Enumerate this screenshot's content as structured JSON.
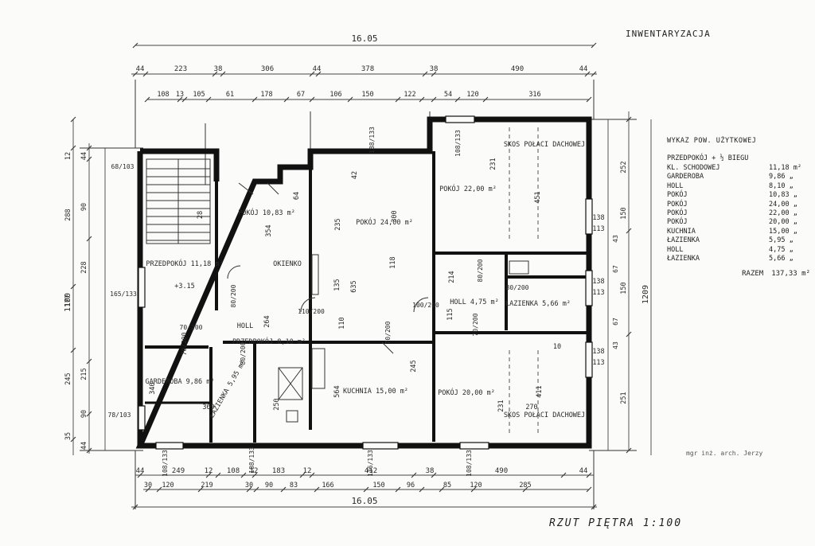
{
  "header": {
    "title": "INWENTARYZACJA"
  },
  "footer": {
    "title": "RZUT PIĘTRA 1:100"
  },
  "signature": {
    "text": "mgr inż. arch. Jerzy"
  },
  "dimensions": {
    "overall_top": "16.05",
    "overall_bottom": "16.05",
    "overall_left": "1100",
    "overall_right": "1209",
    "top_row1": [
      "44",
      "223",
      "38",
      "306",
      "44",
      "378",
      "38",
      "490",
      "44"
    ],
    "top_row2": [
      "108",
      "13",
      "105",
      "61",
      "178",
      "67",
      "106",
      "150",
      "122",
      "54",
      "120",
      "316"
    ],
    "bottom_row1": [
      "44",
      "249",
      "12",
      "108",
      "12",
      "183",
      "12",
      "412",
      "38",
      "490",
      "44"
    ],
    "bottom_row2": [
      "30",
      "120",
      "219",
      "30",
      "90",
      "83",
      "166",
      "150",
      "96",
      "85",
      "120",
      "285"
    ],
    "left_row1": [
      "44",
      "90",
      "228",
      "215",
      "90",
      "44"
    ],
    "left_outer": [
      "12",
      "288",
      "177",
      "245",
      "35"
    ],
    "right_row1": [
      "252",
      "150",
      "150",
      "251"
    ],
    "right_row2": [
      "138",
      "113",
      "138",
      "113",
      "138",
      "113"
    ],
    "right_inner": [
      "43",
      "67",
      "67",
      "43"
    ],
    "interior": [
      "64",
      "235",
      "635",
      "354",
      "264",
      "300",
      "118",
      "451",
      "231",
      "411",
      "270",
      "231",
      "340",
      "369",
      "564",
      "250",
      "245",
      "214",
      "115",
      "135",
      "110",
      "10",
      "42",
      "28"
    ]
  },
  "rooms": [
    {
      "label": "POKÓJ 10,83 m²"
    },
    {
      "label": "POKÓJ 24,00 m²"
    },
    {
      "label": "POKÓJ 22,00 m²"
    },
    {
      "label": "SKOS POŁACI DACHOWEJ"
    },
    {
      "label": "PRZEDPOKÓJ 11,18 m²"
    },
    {
      "label": "+3.15"
    },
    {
      "label": "OKIENKO"
    },
    {
      "label": "HOLL 4,75 m²"
    },
    {
      "label": "ŁAZIENKA 5,66 m²"
    },
    {
      "label": "HOLL"
    },
    {
      "label": "PRZEDPOKÓJ 8,10 m²"
    },
    {
      "label": "GARDEROBA 9,86 m²"
    },
    {
      "label": "ŁAZIENKA 5,95 m²"
    },
    {
      "label": "KUCHNIA 15,00 m²"
    },
    {
      "label": "POKÓJ 20,00 m²"
    },
    {
      "label": "SKOS POŁACI DACHOWEJ"
    }
  ],
  "doors": [
    "80/200",
    "70/200",
    "80/200",
    "70/200",
    "110/200",
    "100/200",
    "80/200",
    "70/200",
    "80/200",
    "70/200"
  ],
  "windows": [
    "108/133",
    "138/133",
    "108/133",
    "165/133",
    "78/103",
    "108/133",
    "136/133",
    "108/133",
    "68/103"
  ],
  "legend": {
    "title": "WYKAZ POW. UŻYTKOWEJ",
    "subtitle": "PRZEDPOKÓJ + ½ BIEGU",
    "items": [
      {
        "name": "KL. SCHODOWEJ",
        "value": "11,18 m²"
      },
      {
        "name": "GARDEROBA",
        "value": "9,86 „"
      },
      {
        "name": "HOLL",
        "value": "8,10 „"
      },
      {
        "name": "POKÓJ",
        "value": "10,83 „"
      },
      {
        "name": "POKÓJ",
        "value": "24,00 „"
      },
      {
        "name": "POKÓJ",
        "value": "22,00 „"
      },
      {
        "name": "POKÓJ",
        "value": "20,00 „"
      },
      {
        "name": "KUCHNIA",
        "value": "15,00 „"
      },
      {
        "name": "ŁAZIENKA",
        "value": "5,95 „"
      },
      {
        "name": "HOLL",
        "value": "4,75 „"
      },
      {
        "name": "ŁAZIENKA",
        "value": "5,66 „"
      }
    ],
    "total_label": "RAZEM",
    "total_value": "137,33 m²"
  }
}
